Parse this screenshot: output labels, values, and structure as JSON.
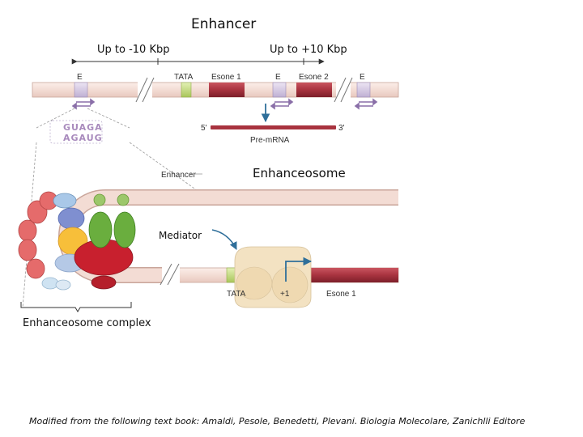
{
  "title": "Enhancer",
  "range_left": "Up to -10 Kbp",
  "range_right": "Up to +10 Kbp",
  "dna_top": {
    "e1": "E",
    "tata": "TATA",
    "esone1": "Esone 1",
    "e2": "E",
    "esone2": "Esone 2",
    "e3": "E"
  },
  "sequence": {
    "top": "GUAGA",
    "bottom": "AGAUG"
  },
  "transcript": {
    "five_prime": "5'",
    "three_prime": "3'",
    "label": "Pre-mRNA"
  },
  "enhancer_label": "Enhancer",
  "enhanceosome_label": "Enhanceosome",
  "mediator_label": "Mediator",
  "dna_bottom": {
    "tata": "TATA",
    "plus_one": "+1",
    "esone1": "Esone 1"
  },
  "complex_label": "Enhanceosome complex",
  "credit": "Modified from the following text book: Amaldi, Pesole, Benedetti, Plevani. Biologia Molecolare, Zanichlli Editore",
  "colors": {
    "dna_fill": "#f6e2dc",
    "dna_stroke": "#c9a59a",
    "exon": "#a8333f",
    "tata": "#cde38a",
    "enhancer_box": "#d9cde6",
    "arrow_purple": "#8a6fa8",
    "mediator": "#f3e2c2",
    "arrow_blue": "#2f6f9a"
  }
}
